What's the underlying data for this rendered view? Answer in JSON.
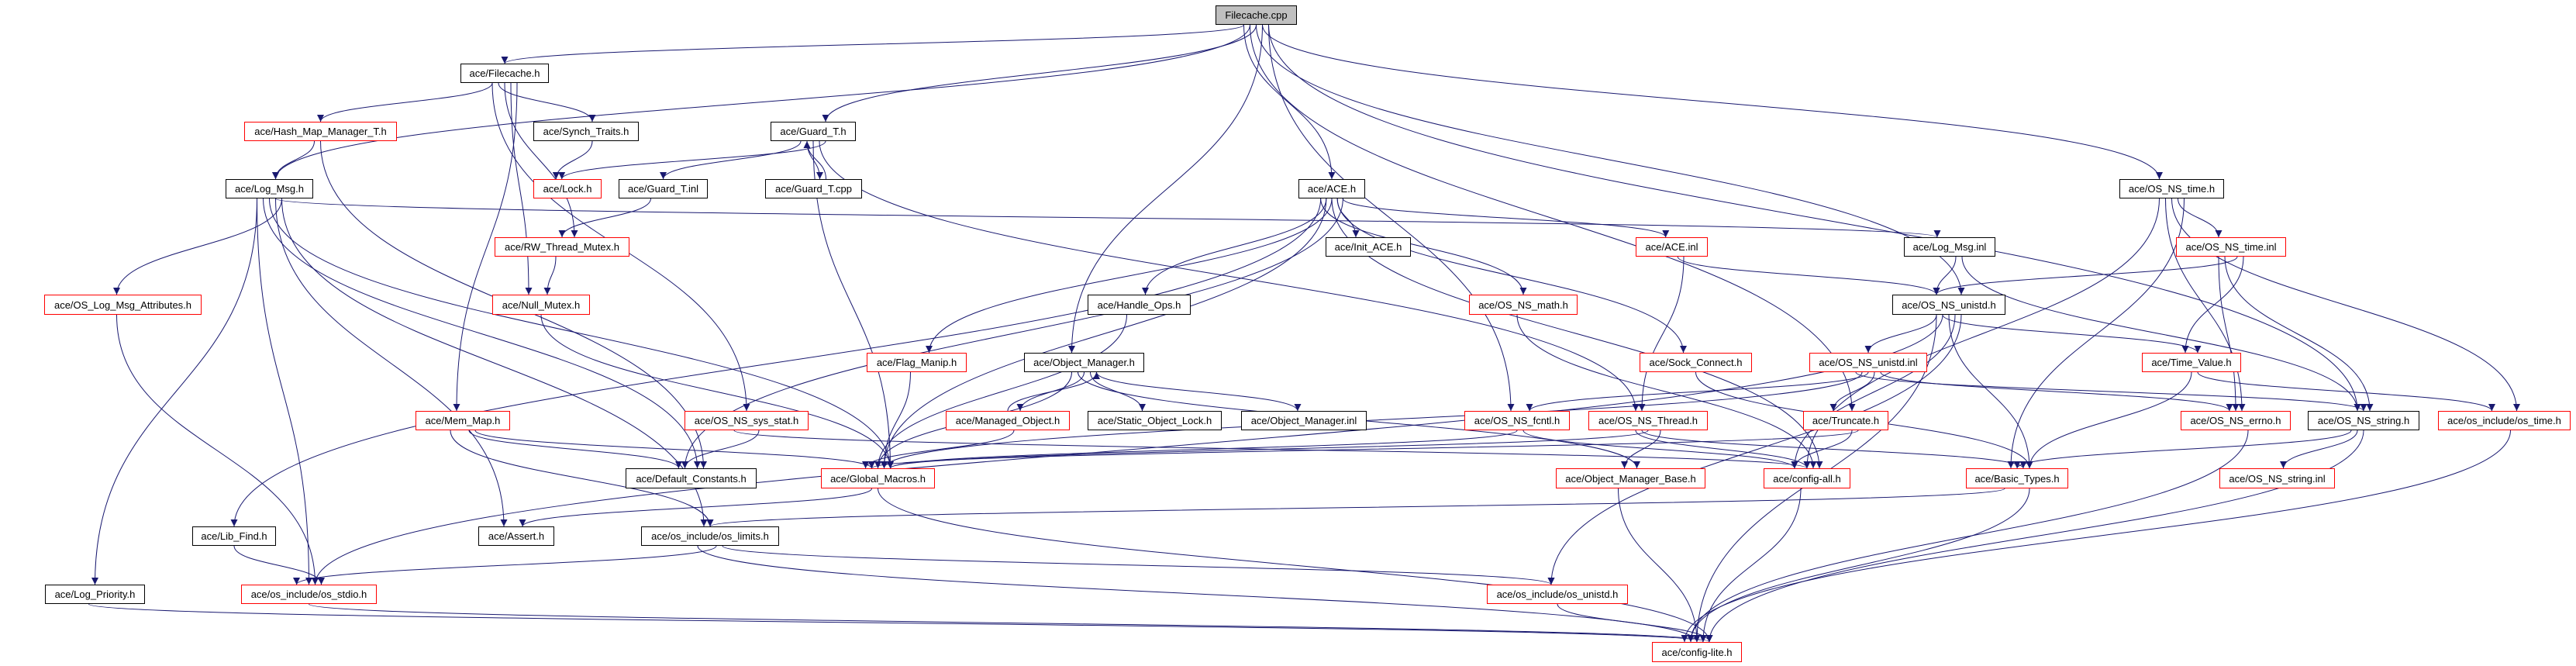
{
  "graph": {
    "root": "cpp",
    "colors": {
      "edge": "#191970",
      "complete_border": "#000000",
      "truncated_border": "#ff0000",
      "root_fill": "#bfbfbf"
    },
    "nodes": [
      {
        "id": "cpp",
        "label": "Filecache.cpp",
        "border": "black"
      },
      {
        "id": "filecache_h",
        "label": "ace/Filecache.h",
        "border": "black"
      },
      {
        "id": "hash_map",
        "label": "ace/Hash_Map_Manager_T.h",
        "border": "red"
      },
      {
        "id": "synch_traits",
        "label": "ace/Synch_Traits.h",
        "border": "black"
      },
      {
        "id": "guard_t_h",
        "label": "ace/Guard_T.h",
        "border": "black"
      },
      {
        "id": "log_msg_h",
        "label": "ace/Log_Msg.h",
        "border": "black"
      },
      {
        "id": "lock_h",
        "label": "ace/Lock.h",
        "border": "red"
      },
      {
        "id": "guard_t_inl",
        "label": "ace/Guard_T.inl",
        "border": "black"
      },
      {
        "id": "guard_t_cpp",
        "label": "ace/Guard_T.cpp",
        "border": "black"
      },
      {
        "id": "ace_h",
        "label": "ace/ACE.h",
        "border": "black"
      },
      {
        "id": "os_ns_time_h",
        "label": "ace/OS_NS_time.h",
        "border": "black"
      },
      {
        "id": "rw_thread_mutex",
        "label": "ace/RW_Thread_Mutex.h",
        "border": "red"
      },
      {
        "id": "init_ace",
        "label": "ace/Init_ACE.h",
        "border": "black"
      },
      {
        "id": "ace_inl",
        "label": "ace/ACE.inl",
        "border": "red"
      },
      {
        "id": "log_msg_inl",
        "label": "ace/Log_Msg.inl",
        "border": "black"
      },
      {
        "id": "os_ns_time_inl",
        "label": "ace/OS_NS_time.inl",
        "border": "red"
      },
      {
        "id": "os_log_msg_attr",
        "label": "ace/OS_Log_Msg_Attributes.h",
        "border": "red"
      },
      {
        "id": "null_mutex",
        "label": "ace/Null_Mutex.h",
        "border": "red"
      },
      {
        "id": "handle_ops",
        "label": "ace/Handle_Ops.h",
        "border": "black"
      },
      {
        "id": "os_ns_math",
        "label": "ace/OS_NS_math.h",
        "border": "red"
      },
      {
        "id": "os_ns_unistd_h",
        "label": "ace/OS_NS_unistd.h",
        "border": "black"
      },
      {
        "id": "flag_manip",
        "label": "ace/Flag_Manip.h",
        "border": "red"
      },
      {
        "id": "object_manager_h",
        "label": "ace/Object_Manager.h",
        "border": "black"
      },
      {
        "id": "sock_connect",
        "label": "ace/Sock_Connect.h",
        "border": "red"
      },
      {
        "id": "os_ns_unistd_inl",
        "label": "ace/OS_NS_unistd.inl",
        "border": "red"
      },
      {
        "id": "time_value",
        "label": "ace/Time_Value.h",
        "border": "red"
      },
      {
        "id": "mem_map",
        "label": "ace/Mem_Map.h",
        "border": "red"
      },
      {
        "id": "os_ns_sys_stat",
        "label": "ace/OS_NS_sys_stat.h",
        "border": "red"
      },
      {
        "id": "managed_object",
        "label": "ace/Managed_Object.h",
        "border": "red"
      },
      {
        "id": "static_object_lock",
        "label": "ace/Static_Object_Lock.h",
        "border": "black"
      },
      {
        "id": "object_manager_inl",
        "label": "ace/Object_Manager.inl",
        "border": "black"
      },
      {
        "id": "os_ns_fcntl",
        "label": "ace/OS_NS_fcntl.h",
        "border": "red"
      },
      {
        "id": "os_ns_thread",
        "label": "ace/OS_NS_Thread.h",
        "border": "red"
      },
      {
        "id": "truncate",
        "label": "ace/Truncate.h",
        "border": "red"
      },
      {
        "id": "os_ns_errno",
        "label": "ace/OS_NS_errno.h",
        "border": "red"
      },
      {
        "id": "os_ns_string_h",
        "label": "ace/OS_NS_string.h",
        "border": "black"
      },
      {
        "id": "os_time",
        "label": "ace/os_include/os_time.h",
        "border": "red"
      },
      {
        "id": "default_constants",
        "label": "ace/Default_Constants.h",
        "border": "black"
      },
      {
        "id": "global_macros",
        "label": "ace/Global_Macros.h",
        "border": "red"
      },
      {
        "id": "object_manager_base",
        "label": "ace/Object_Manager_Base.h",
        "border": "red"
      },
      {
        "id": "config_all",
        "label": "ace/config-all.h",
        "border": "red"
      },
      {
        "id": "basic_types",
        "label": "ace/Basic_Types.h",
        "border": "red"
      },
      {
        "id": "os_ns_string_inl",
        "label": "ace/OS_NS_string.inl",
        "border": "red"
      },
      {
        "id": "lib_find",
        "label": "ace/Lib_Find.h",
        "border": "black"
      },
      {
        "id": "assert",
        "label": "ace/Assert.h",
        "border": "black"
      },
      {
        "id": "os_limits",
        "label": "ace/os_include/os_limits.h",
        "border": "black"
      },
      {
        "id": "log_priority",
        "label": "ace/Log_Priority.h",
        "border": "black"
      },
      {
        "id": "os_stdio",
        "label": "ace/os_include/os_stdio.h",
        "border": "red"
      },
      {
        "id": "os_unistd",
        "label": "ace/os_include/os_unistd.h",
        "border": "red"
      },
      {
        "id": "config_lite",
        "label": "ace/config-lite.h",
        "border": "red"
      }
    ],
    "edges": [
      [
        "cpp",
        "filecache_h"
      ],
      [
        "cpp",
        "log_msg_h"
      ],
      [
        "cpp",
        "guard_t_h"
      ],
      [
        "cpp",
        "object_manager_h"
      ],
      [
        "cpp",
        "os_ns_fcntl"
      ],
      [
        "cpp",
        "ace_h"
      ],
      [
        "cpp",
        "truncate"
      ],
      [
        "cpp",
        "os_ns_unistd_h"
      ],
      [
        "cpp",
        "os_ns_time_h"
      ],
      [
        "cpp",
        "os_ns_string_h"
      ],
      [
        "filecache_h",
        "hash_map"
      ],
      [
        "filecache_h",
        "synch_traits"
      ],
      [
        "filecache_h",
        "rw_thread_mutex"
      ],
      [
        "filecache_h",
        "null_mutex"
      ],
      [
        "filecache_h",
        "mem_map"
      ],
      [
        "filecache_h",
        "os_ns_sys_stat"
      ],
      [
        "hash_map",
        "log_msg_h"
      ],
      [
        "hash_map",
        "default_constants"
      ],
      [
        "synch_traits",
        "lock_h"
      ],
      [
        "guard_t_h",
        "lock_h"
      ],
      [
        "guard_t_h",
        "guard_t_inl"
      ],
      [
        "guard_t_h",
        "guard_t_cpp"
      ],
      [
        "guard_t_h",
        "global_macros"
      ],
      [
        "guard_t_h",
        "os_ns_thread"
      ],
      [
        "guard_t_cpp",
        "guard_t_h"
      ],
      [
        "guard_t_inl",
        "rw_thread_mutex"
      ],
      [
        "rw_thread_mutex",
        "null_mutex"
      ],
      [
        "null_mutex",
        "global_macros"
      ],
      [
        "log_msg_h",
        "log_msg_inl"
      ],
      [
        "log_msg_h",
        "os_log_msg_attr"
      ],
      [
        "log_msg_h",
        "log_priority"
      ],
      [
        "log_msg_h",
        "default_constants"
      ],
      [
        "log_msg_h",
        "global_macros"
      ],
      [
        "log_msg_h",
        "assert"
      ],
      [
        "log_msg_h",
        "os_limits"
      ],
      [
        "log_msg_h",
        "os_stdio"
      ],
      [
        "os_log_msg_attr",
        "os_stdio"
      ],
      [
        "lib_find",
        "os_stdio"
      ],
      [
        "mem_map",
        "default_constants"
      ],
      [
        "mem_map",
        "global_macros"
      ],
      [
        "mem_map",
        "os_limits"
      ],
      [
        "log_priority",
        "config_lite"
      ],
      [
        "os_stdio",
        "config_lite"
      ],
      [
        "os_limits",
        "os_stdio"
      ],
      [
        "os_limits",
        "os_unistd"
      ],
      [
        "os_limits",
        "config_lite"
      ],
      [
        "global_macros",
        "assert"
      ],
      [
        "global_macros",
        "config_lite"
      ],
      [
        "ace_h",
        "init_ace"
      ],
      [
        "ace_h",
        "ace_inl"
      ],
      [
        "ace_h",
        "os_ns_math"
      ],
      [
        "ace_h",
        "handle_ops"
      ],
      [
        "ace_h",
        "flag_manip"
      ],
      [
        "ace_h",
        "sock_connect"
      ],
      [
        "ace_h",
        "default_constants"
      ],
      [
        "ace_h",
        "lib_find"
      ],
      [
        "ace_h",
        "global_macros"
      ],
      [
        "ace_h",
        "config_all"
      ],
      [
        "ace_inl",
        "os_ns_unistd_h"
      ],
      [
        "ace_inl",
        "os_ns_thread"
      ],
      [
        "handle_ops",
        "global_macros"
      ],
      [
        "flag_manip",
        "global_macros"
      ],
      [
        "object_manager_h",
        "managed_object"
      ],
      [
        "object_manager_h",
        "static_object_lock"
      ],
      [
        "object_manager_h",
        "object_manager_inl"
      ],
      [
        "object_manager_h",
        "global_macros"
      ],
      [
        "object_manager_h",
        "object_manager_base"
      ],
      [
        "managed_object",
        "object_manager_h"
      ],
      [
        "managed_object",
        "global_macros"
      ],
      [
        "os_ns_sys_stat",
        "default_constants"
      ],
      [
        "os_ns_sys_stat",
        "config_all"
      ],
      [
        "os_ns_math",
        "config_all"
      ],
      [
        "sock_connect",
        "basic_types"
      ],
      [
        "log_msg_inl",
        "os_ns_unistd_h"
      ],
      [
        "log_msg_inl",
        "os_ns_string_h"
      ],
      [
        "os_ns_unistd_h",
        "os_ns_unistd_inl"
      ],
      [
        "os_ns_unistd_h",
        "time_value"
      ],
      [
        "os_ns_unistd_h",
        "basic_types"
      ],
      [
        "os_ns_unistd_h",
        "config_all"
      ],
      [
        "os_ns_unistd_h",
        "os_unistd"
      ],
      [
        "os_ns_unistd_h",
        "config_lite"
      ],
      [
        "os_ns_unistd_h",
        "os_stdio"
      ],
      [
        "os_ns_unistd_inl",
        "os_ns_fcntl"
      ],
      [
        "os_ns_unistd_inl",
        "truncate"
      ],
      [
        "os_ns_unistd_inl",
        "os_ns_errno"
      ],
      [
        "os_ns_unistd_inl",
        "os_ns_string_h"
      ],
      [
        "os_ns_unistd_inl",
        "global_macros"
      ],
      [
        "os_ns_fcntl",
        "global_macros"
      ],
      [
        "os_ns_fcntl",
        "config_all"
      ],
      [
        "os_ns_thread",
        "object_manager_base"
      ],
      [
        "os_ns_thread",
        "config_all"
      ],
      [
        "os_ns_thread",
        "basic_types"
      ],
      [
        "os_ns_thread",
        "global_macros"
      ],
      [
        "truncate",
        "config_all"
      ],
      [
        "truncate",
        "global_macros"
      ],
      [
        "object_manager_base",
        "config_lite"
      ],
      [
        "config_all",
        "config_lite"
      ],
      [
        "os_unistd",
        "config_lite"
      ],
      [
        "os_ns_time_h",
        "os_ns_time_inl"
      ],
      [
        "os_ns_time_h",
        "basic_types"
      ],
      [
        "os_ns_time_h",
        "config_all"
      ],
      [
        "os_ns_time_h",
        "os_ns_errno"
      ],
      [
        "os_ns_time_h",
        "os_time"
      ],
      [
        "os_ns_time_inl",
        "os_ns_unistd_h"
      ],
      [
        "os_ns_time_inl",
        "time_value"
      ],
      [
        "os_ns_time_inl",
        "os_ns_errno"
      ],
      [
        "os_ns_time_inl",
        "os_ns_string_h"
      ],
      [
        "time_value",
        "basic_types"
      ],
      [
        "time_value",
        "os_time"
      ],
      [
        "os_ns_errno",
        "config_lite"
      ],
      [
        "os_ns_string_h",
        "basic_types"
      ],
      [
        "os_ns_string_h",
        "os_ns_string_inl"
      ],
      [
        "os_ns_string_h",
        "config_lite"
      ],
      [
        "os_time",
        "config_lite"
      ],
      [
        "basic_types",
        "config_lite"
      ],
      [
        "basic_types",
        "os_limits"
      ]
    ]
  }
}
